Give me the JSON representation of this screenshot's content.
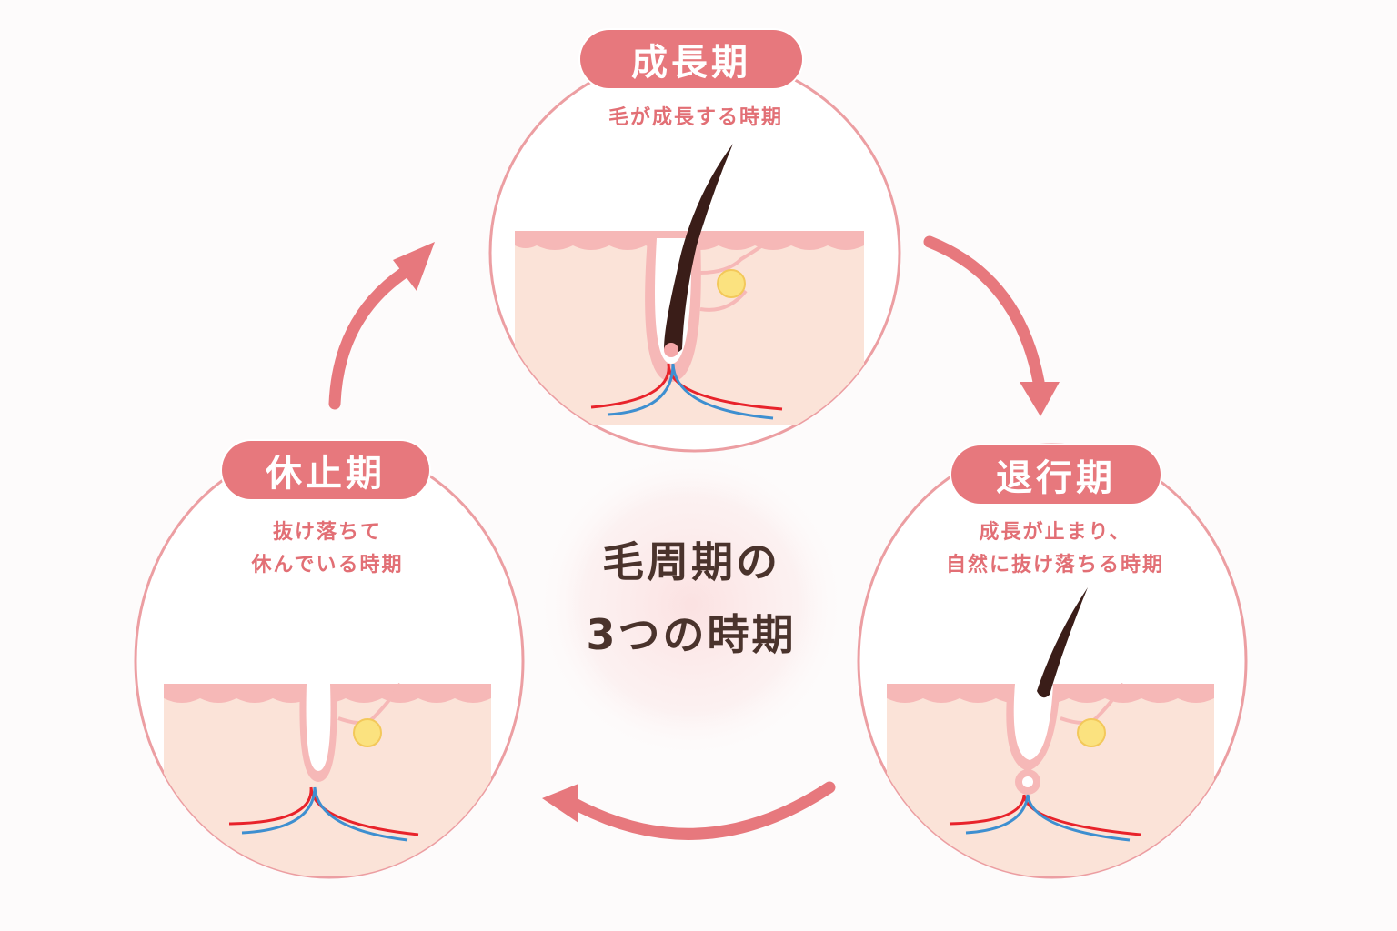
{
  "phases": {
    "growth": {
      "label": "成長期",
      "desc_lines": [
        "毛が成長する時期"
      ]
    },
    "regression": {
      "label": "退行期",
      "desc_lines": [
        "成長が止まり、",
        "自然に抜け落ちる時期"
      ]
    },
    "rest": {
      "label": "休止期",
      "desc_lines": [
        "抜け落ちて",
        "休んでいる時期"
      ]
    }
  },
  "center": {
    "line1": "毛周期の",
    "line2": "3つの時期"
  },
  "colors": {
    "accent": "#e7787d",
    "circle_stroke": "#ec9ea2",
    "skin": "#fbe3d8",
    "skin_top": "#f6b8b7",
    "hair": "#3a1d18",
    "title": "#4a332c",
    "artery": "#e8232b",
    "vein": "#3e8fd0",
    "gland": "#fbe27f"
  }
}
